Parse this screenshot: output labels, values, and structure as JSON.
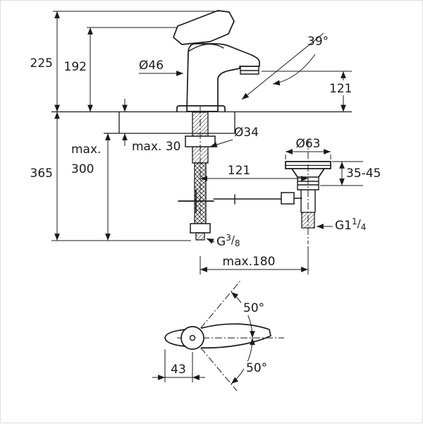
{
  "page": {
    "background": "#ffffff",
    "line_color": "#1a1a1a"
  },
  "front_view": {
    "labels": {
      "total_height": "225",
      "body_height": "192",
      "body_diameter": "Ø46",
      "spout_angle": "39°",
      "spout_height": "121",
      "deck_thickness": "max. 30",
      "hole_diameter": "Ø34",
      "hose_length_line1": "max.",
      "hose_length_line2": "300",
      "total_depth": "365",
      "drain_offset": "121",
      "drain_flange_diameter": "Ø63",
      "drain_adjust_range": "35-45",
      "drain_thread": {
        "prefix": "G1",
        "numerator": "1",
        "slash": "/",
        "denominator": "4"
      },
      "supply_thread": {
        "prefix": "G",
        "numerator": "3",
        "slash": "/",
        "denominator": "8"
      },
      "max_reach": "max.180"
    }
  },
  "top_view": {
    "labels": {
      "swivel_angle_upper": "50°",
      "swivel_angle_lower": "50°",
      "handle_length": "43"
    }
  }
}
